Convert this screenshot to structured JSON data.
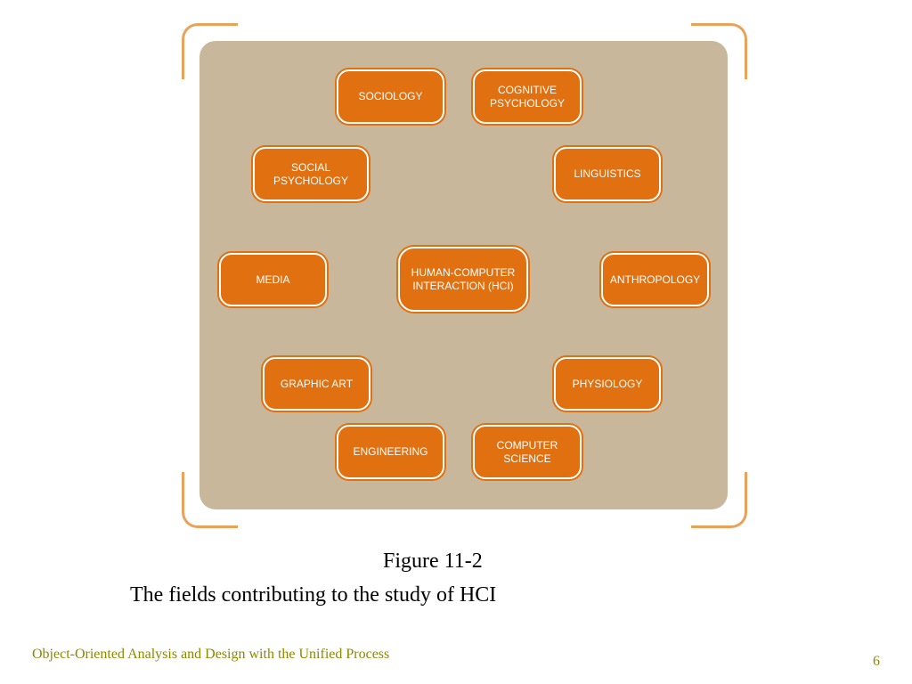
{
  "diagram": {
    "center": "HUMAN-COMPUTER\nINTERACTION (HCI)",
    "fields": {
      "sociology": "SOCIOLOGY",
      "cognitive_psychology": "COGNITIVE\nPSYCHOLOGY",
      "social_psychology": "SOCIAL\nPSYCHOLOGY",
      "linguistics": "LINGUISTICS",
      "media": "MEDIA",
      "anthropology": "ANTHROPOLOGY",
      "graphic_art": "GRAPHIC ART",
      "physiology": "PHYSIOLOGY",
      "engineering": "ENGINEERING",
      "computer_science": "COMPUTER\nSCIENCE"
    }
  },
  "caption": {
    "figure_label": "Figure 11-2",
    "description": "The fields contributing to the study of HCI"
  },
  "footer": {
    "title": "Object-Oriented Analysis and Design with the Unified Process",
    "page_number": "6"
  },
  "colors": {
    "node_fill": "#e07010",
    "panel": "#c8b79a",
    "bracket": "#e8a25a",
    "footer_text": "#8a8a00"
  }
}
